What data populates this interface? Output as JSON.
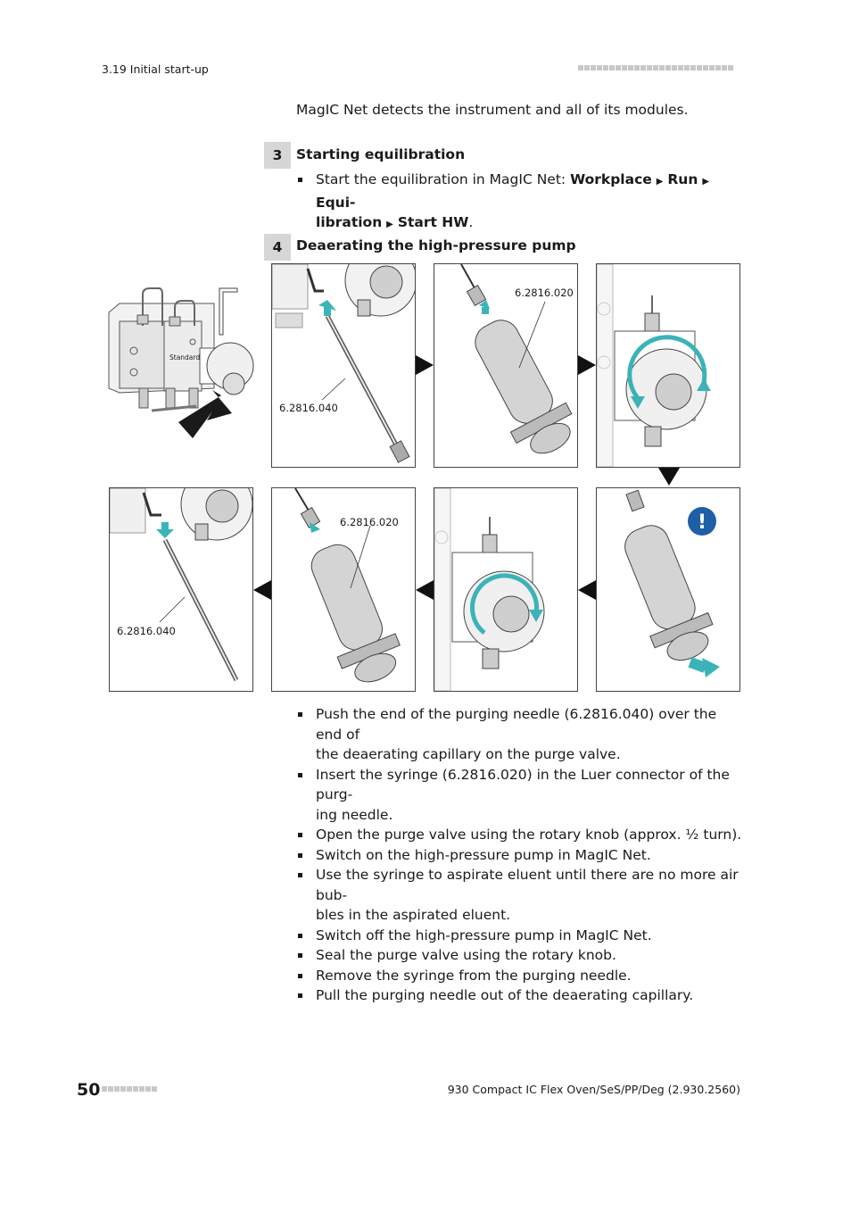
{
  "header": {
    "section": "3.19 Initial start-up"
  },
  "intro_text": "MagIC Net detects the instrument and all of its modules.",
  "step3": {
    "number": "3",
    "title": "Starting equilibration",
    "bullet_prefix": "Start the equilibration in MagIC Net: ",
    "path_1": "Workplace",
    "path_2": "Run",
    "path_3a": "Equi-",
    "path_3b": "libration",
    "path_4": "Start HW",
    "path_end": ".",
    "separator": "▶"
  },
  "step4": {
    "number": "4",
    "title": "Deaerating the high-pressure pump"
  },
  "figure": {
    "part_needle": "6.2816.040",
    "part_syringe": "6.2816.020",
    "module_label": "Standard",
    "warning_symbol": "!"
  },
  "instructions": [
    {
      "line1": "Push the end of the purging needle (6.2816.040) over the end of",
      "line2": "the deaerating capillary on the purge valve."
    },
    {
      "line1": "Insert the syringe (6.2816.020) in the Luer connector of the purg-",
      "line2": "ing needle."
    },
    {
      "line1": "Open the purge valve using the rotary knob (approx. ½ turn).",
      "line2": ""
    },
    {
      "line1": "Switch on the high-pressure pump in MagIC Net.",
      "line2": ""
    },
    {
      "line1": "Use the syringe to aspirate eluent until there are no more air bub-",
      "line2": "bles in the aspirated eluent."
    },
    {
      "line1": "Switch off the high-pressure pump in MagIC Net.",
      "line2": ""
    },
    {
      "line1": "Seal the purge valve using the rotary knob.",
      "line2": ""
    },
    {
      "line1": "Remove the syringe from the purging needle.",
      "line2": ""
    },
    {
      "line1": "Pull the purging needle out of the deaerating capillary.",
      "line2": ""
    }
  ],
  "footer": {
    "page_number": "50",
    "document": "930 Compact IC Flex Oven/SeS/PP/Deg (2.930.2560)"
  },
  "colors": {
    "accent_teal": "#3bb3b8",
    "warning_blue": "#1f5fa6",
    "grey_box": "#d6d6d6",
    "device_grey": "#9a9a9a"
  }
}
